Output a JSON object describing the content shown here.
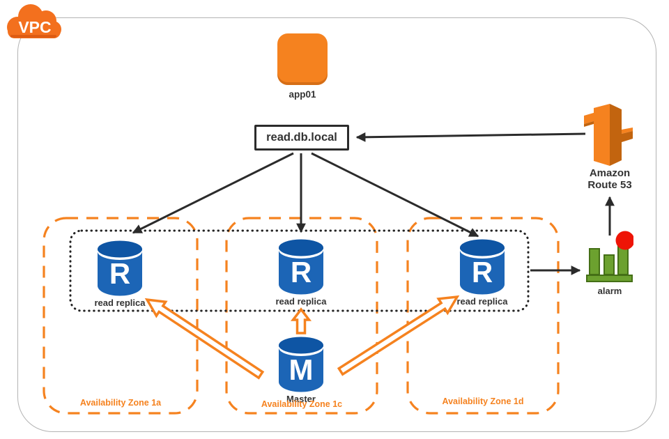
{
  "diagram": {
    "vpc": {
      "label": "VPC"
    },
    "app": {
      "label": "app01"
    },
    "dns": {
      "label": "read.db.local"
    },
    "route53": {
      "label": "Amazon Route 53"
    },
    "alarm": {
      "label": "alarm"
    },
    "zones": [
      {
        "label": "Availability Zone 1a"
      },
      {
        "label": "Availability Zone 1c"
      },
      {
        "label": "Availability Zone 1d"
      }
    ],
    "replicas": [
      {
        "letter": "R",
        "label": "read replica"
      },
      {
        "letter": "R",
        "label": "read replica"
      },
      {
        "letter": "R",
        "label": "read replica"
      }
    ],
    "master": {
      "letter": "M",
      "label": "Master"
    },
    "colors": {
      "orange": "#F5821F",
      "orange_dark": "#C2640F",
      "cloud_orange": "#F3701E",
      "db_blue": "#1C65B6",
      "db_blue_dark": "#0E55A4",
      "alarm_green": "#6CA12F",
      "alarm_green_dark": "#446F16",
      "alarm_red": "#EE1406",
      "line_black": "#2B2B2B",
      "vpc_border_gray": "#B3B3B3"
    }
  }
}
